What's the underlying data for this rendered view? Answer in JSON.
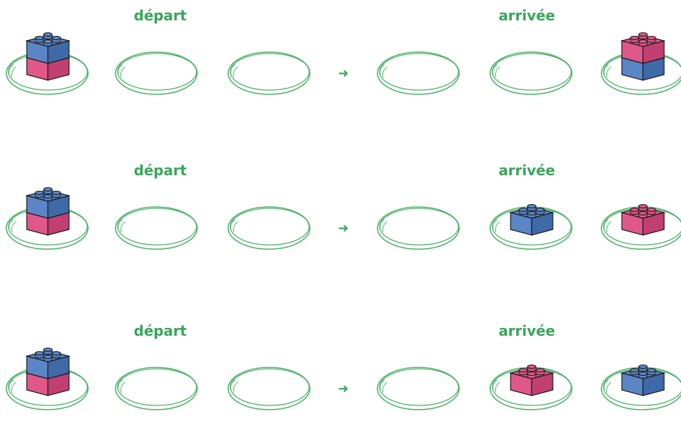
{
  "colors": {
    "green": "#3aa55c",
    "plate": "#4fb36a",
    "blue": "#5b86c6",
    "blue_dark": "#3f6aa8",
    "pink": "#e0578a",
    "pink_dark": "#c23f72",
    "outline": "#1a1a1a"
  },
  "labels": {
    "start": "départ",
    "end": "arrivée",
    "arrow": "➜"
  },
  "rows": [
    {
      "start_stack": [
        "pink",
        "blue"
      ],
      "end": [
        [],
        [],
        [
          "blue",
          "pink"
        ]
      ]
    },
    {
      "start_stack": [
        "pink",
        "blue"
      ],
      "end": [
        [],
        [
          "blue"
        ],
        [
          "pink"
        ]
      ]
    },
    {
      "start_stack": [
        "pink",
        "blue"
      ],
      "end": [
        [],
        [
          "pink"
        ],
        [
          "blue"
        ]
      ]
    }
  ]
}
